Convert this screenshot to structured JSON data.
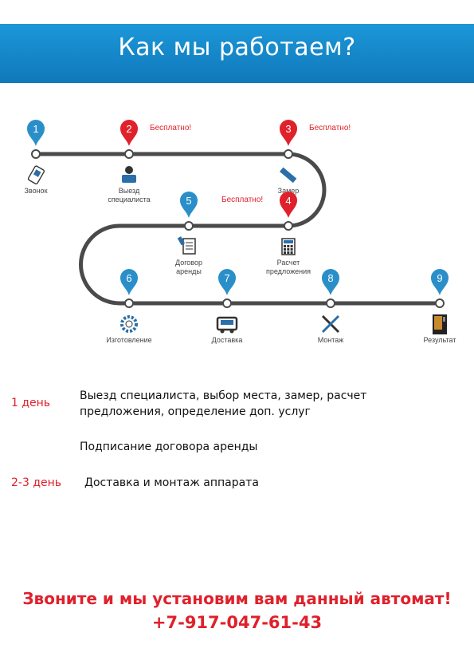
{
  "header": {
    "title": "Как мы работаем?"
  },
  "steps": [
    {
      "num": "1",
      "label_lines": [
        "Звонок"
      ],
      "color": "#2a8fc9",
      "icon": "phone-icon"
    },
    {
      "num": "2",
      "label_lines": [
        "Выезд",
        "специалиста"
      ],
      "color": "#e0202b",
      "icon": "specialist-icon",
      "badge": "Бесплатно!"
    },
    {
      "num": "3",
      "label_lines": [
        "Замер"
      ],
      "color": "#e0202b",
      "icon": "ruler-icon",
      "badge": "Бесплатно!"
    },
    {
      "num": "4",
      "label_lines": [
        "Расчет",
        "предложения"
      ],
      "color": "#e0202b",
      "icon": "calculator-icon",
      "badge": "Бесплатно!"
    },
    {
      "num": "5",
      "label_lines": [
        "Договор",
        "аренды"
      ],
      "color": "#2a8fc9",
      "icon": "contract-icon"
    },
    {
      "num": "6",
      "label_lines": [
        "Изготовление"
      ],
      "color": "#2a8fc9",
      "icon": "gear-icon"
    },
    {
      "num": "7",
      "label_lines": [
        "Доставка"
      ],
      "color": "#2a8fc9",
      "icon": "truck-icon"
    },
    {
      "num": "8",
      "label_lines": [
        "Монтаж"
      ],
      "color": "#2a8fc9",
      "icon": "tools-icon"
    },
    {
      "num": "9",
      "label_lines": [
        "Результат"
      ],
      "color": "#2a8fc9",
      "icon": "vending-machine-icon"
    }
  ],
  "schedule": [
    {
      "day": "1 день",
      "text": "Выезд специалиста, выбор места, замер, расчет предложения, определение доп. услуг"
    },
    {
      "day": "",
      "text": "Подписание договора аренды"
    },
    {
      "day": "2-3 день",
      "text": "Доставка и монтаж аппарата"
    }
  ],
  "cta": {
    "line1": "Звоните и мы установим вам данный автомат!",
    "phone": "+7-917-047-61-43"
  }
}
